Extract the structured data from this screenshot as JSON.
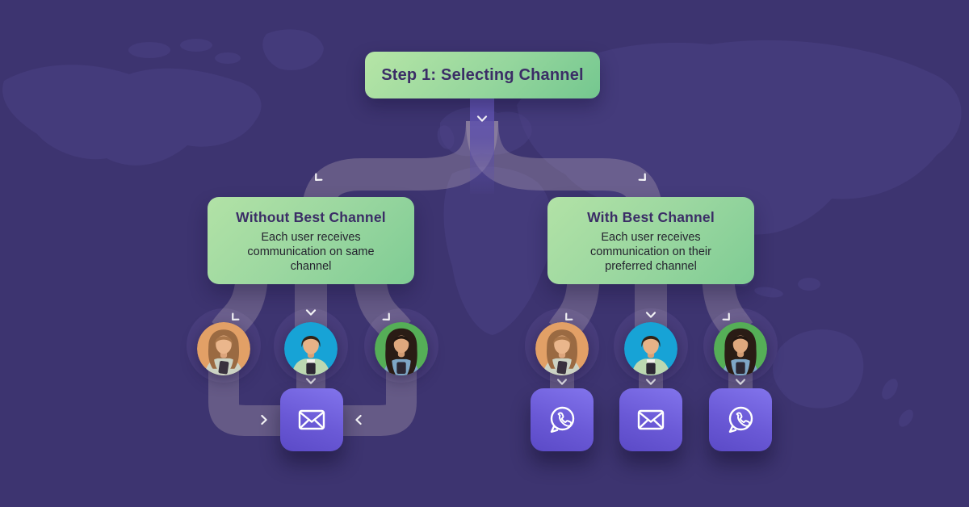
{
  "banner": {
    "label": "Step 1: Selecting Channel"
  },
  "branches": {
    "left": {
      "title": "Without Best Channel",
      "description": "Each user receives communication on same channel",
      "channels": [
        "email"
      ]
    },
    "right": {
      "title": "With Best Channel",
      "description": "Each user receives communication on their preferred channel",
      "channels": [
        "whatsapp",
        "email",
        "whatsapp"
      ]
    }
  },
  "users": [
    {
      "id": "woman-light-hair",
      "bg": "#e2a066"
    },
    {
      "id": "man-dark-hair",
      "bg": "#17a3d6"
    },
    {
      "id": "woman-curly-hair",
      "bg": "#55ae57"
    }
  ],
  "icons": {
    "email": "envelope-outline",
    "whatsapp": "speech-bubble-with-phone",
    "arrow": "small-white-chevron"
  },
  "colors": {
    "background": "#3d3470",
    "map_land": "#4b4185",
    "panel_gradient_start": "#b2e2a6",
    "panel_gradient_end": "#7fcc94",
    "tile_gradient_start": "#8274ec",
    "tile_gradient_end": "#5b4ac7",
    "title_text": "#3b2d66",
    "body_text": "#25242f",
    "flow_band": "rgba(232,212,206,0.24)",
    "trunk": "#5d51ad",
    "halo": "#4a3f7e",
    "arrow": "#ffffff"
  }
}
